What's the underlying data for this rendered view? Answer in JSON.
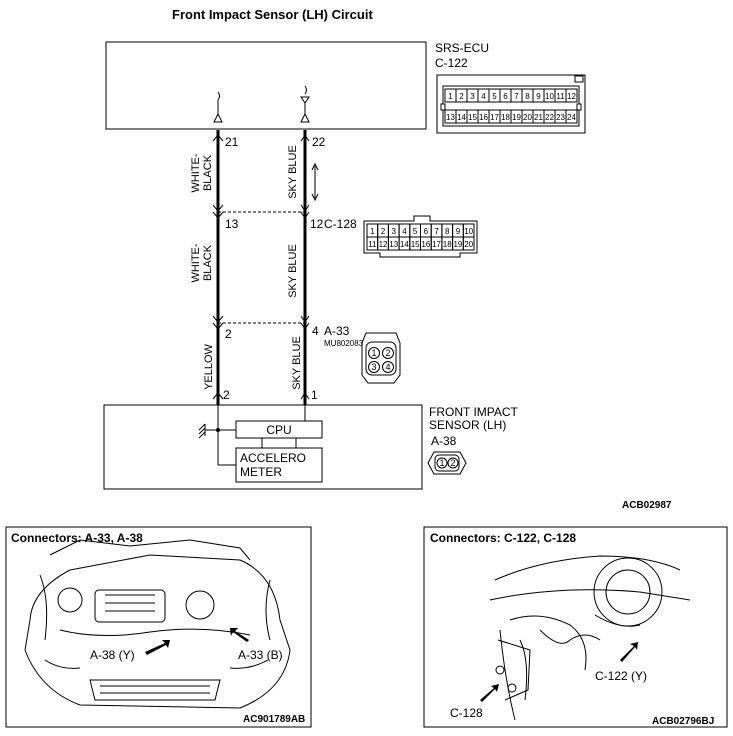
{
  "title": "Front Impact Sensor (LH) Circuit",
  "ecu": {
    "name": "SRS-ECU",
    "connector": "C-122",
    "pins_top": [
      "1",
      "2",
      "3",
      "4",
      "5",
      "6",
      "7",
      "8",
      "9",
      "10",
      "11",
      "12"
    ],
    "pins_bottom": [
      "13",
      "14",
      "15",
      "16",
      "17",
      "18",
      "19",
      "20",
      "21",
      "22",
      "23",
      "24"
    ]
  },
  "wires": {
    "left": {
      "ecu_pin": "21",
      "mid_pin": "13",
      "a33_pin": "2",
      "sensor_pin": "2",
      "color_upper": "WHITE-BLACK",
      "color_mid": "WHITE-BLACK",
      "color_lower": "YELLOW"
    },
    "right": {
      "ecu_pin": "22",
      "mid_pin": "12",
      "a33_pin": "4",
      "sensor_pin": "1",
      "color_upper": "SKY BLUE",
      "color_mid": "SKY BLUE",
      "color_lower": "SKY BLUE"
    }
  },
  "c128": {
    "connector": "C-128",
    "pins_top": [
      "1",
      "2",
      "3",
      "4",
      "5",
      "6",
      "7",
      "8",
      "9",
      "10"
    ],
    "pins_bottom": [
      "11",
      "12",
      "13",
      "14",
      "15",
      "16",
      "17",
      "18",
      "19",
      "20"
    ]
  },
  "a33": {
    "connector": "A-33",
    "part": "MU802083",
    "pins": [
      "1",
      "2",
      "3",
      "4"
    ]
  },
  "sensor": {
    "name_line1": "FRONT IMPACT",
    "name_line2": "SENSOR (LH)",
    "connector": "A-38",
    "pins": [
      "1",
      "2"
    ],
    "cpu_label": "CPU",
    "accel_line1": "ACCELERO",
    "accel_line2": "METER"
  },
  "diagram_code": "ACB02987",
  "panel_left": {
    "title": "Connectors: A-33, A-38",
    "label_a38": "A-38 (Y)",
    "label_a33": "A-33 (B)",
    "code": "AC901789AB"
  },
  "panel_right": {
    "title": "Connectors: C-122, C-128",
    "label_c122": "C-122 (Y)",
    "label_c128": "C-128",
    "code": "ACB02796BJ"
  }
}
